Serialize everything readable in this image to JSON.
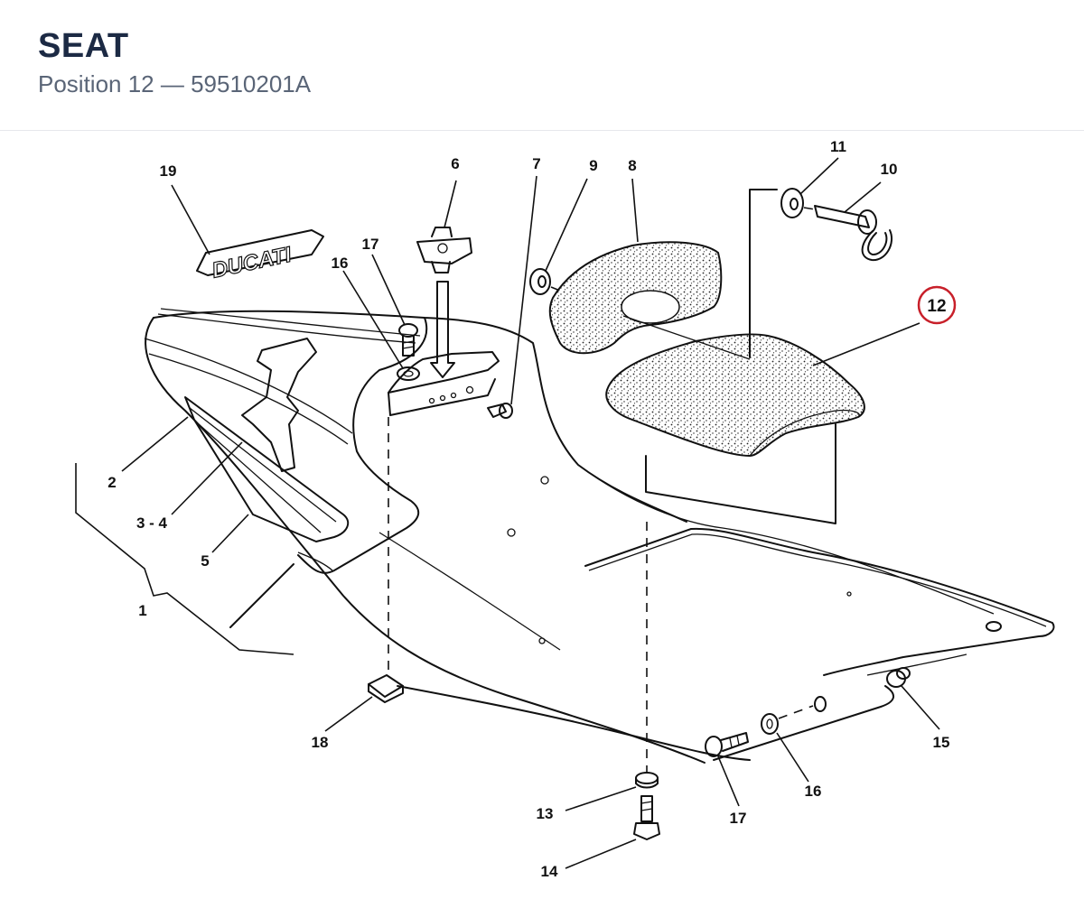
{
  "header": {
    "title": "SEAT",
    "subtitle": "Position 12 — 59510201A"
  },
  "diagram": {
    "highlight_color": "#c8202a",
    "logo_text": "DUCATI",
    "labels": {
      "p1": "1",
      "p2": "2",
      "p34": "3 - 4",
      "p5": "5",
      "p6": "6",
      "p7": "7",
      "p8": "8",
      "p9": "9",
      "p10": "10",
      "p11": "11",
      "p12": "12",
      "p13": "13",
      "p14": "14",
      "p15": "15",
      "p16a": "16",
      "p16b": "16",
      "p17a": "17",
      "p17b": "17",
      "p18": "18",
      "p19": "19"
    }
  }
}
